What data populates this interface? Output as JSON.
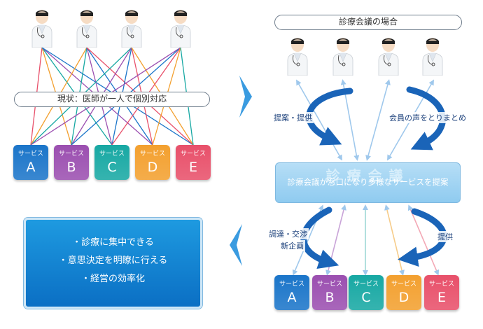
{
  "left": {
    "status_label": "現状：医師が一人で個別対応",
    "services": [
      {
        "label": "サービス",
        "letter": "A",
        "color": "#1b75c9"
      },
      {
        "label": "サービス",
        "letter": "B",
        "color": "#9b4fb0"
      },
      {
        "label": "サービス",
        "letter": "C",
        "color": "#17a8a3"
      },
      {
        "label": "サービス",
        "letter": "D",
        "color": "#f3a02f"
      },
      {
        "label": "サービス",
        "letter": "E",
        "color": "#e8506a"
      }
    ]
  },
  "right": {
    "title": "診療会議の場合",
    "arrow_proposal": "提案・提供",
    "arrow_member_voice": "会員の声をとりまとめ",
    "council_big_text": "診療会議",
    "council_desc": "診療会議が窓口になり多様なサービスを提案",
    "arrow_procure": "調達・交渉",
    "arrow_new_plan": "新企画",
    "arrow_provide": "提供",
    "services": [
      {
        "label": "サービス",
        "letter": "A",
        "color": "#1b75c9"
      },
      {
        "label": "サービス",
        "letter": "B",
        "color": "#9b4fb0"
      },
      {
        "label": "サービス",
        "letter": "C",
        "color": "#17a8a3"
      },
      {
        "label": "サービス",
        "letter": "D",
        "color": "#f3a02f"
      },
      {
        "label": "サービス",
        "letter": "E",
        "color": "#e8506a"
      }
    ]
  },
  "benefits": {
    "items": [
      "・診療に集中できる",
      "・意思決定を明瞭に行える",
      "・経営の効率化"
    ]
  },
  "colors": {
    "line_colors": [
      "#e8506a",
      "#f3a02f",
      "#17a8a3",
      "#9b4fb0",
      "#1b75c9"
    ],
    "arrow_blue": "#1a64b8"
  }
}
